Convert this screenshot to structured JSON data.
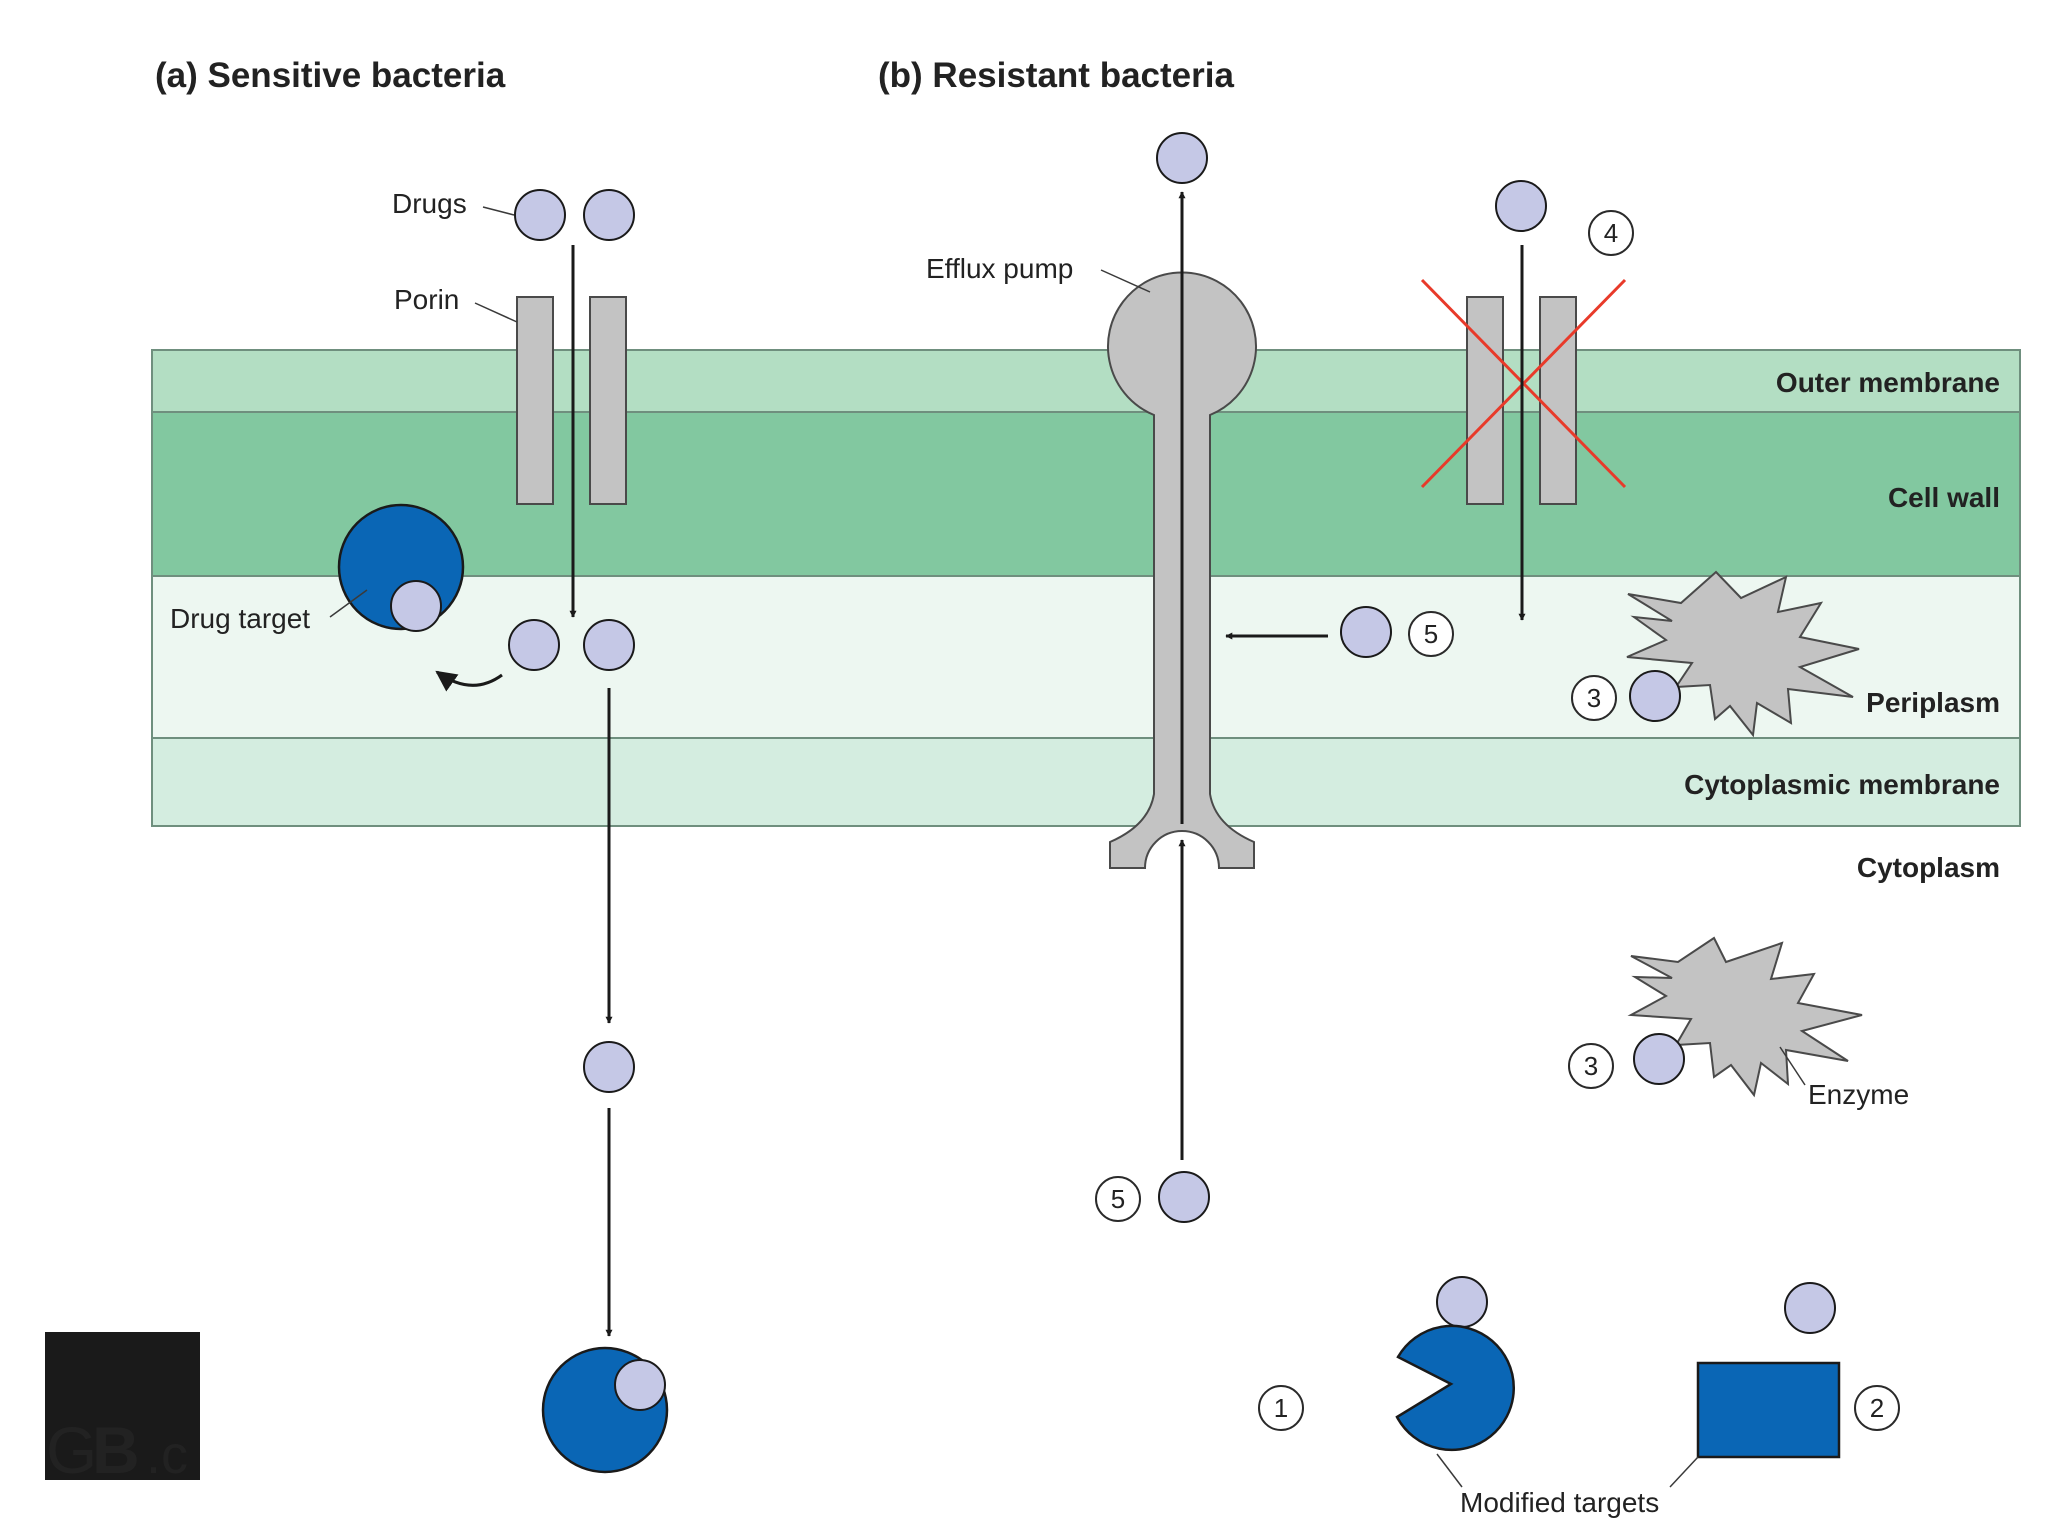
{
  "titles": {
    "a": "(a) Sensitive bacteria",
    "b": "(b) Resistant bacteria"
  },
  "layers": {
    "outer_membrane": "Outer membrane",
    "cell_wall": "Cell wall",
    "periplasm": "Periplasm",
    "cytoplasmic_membrane": "Cytoplasmic membrane",
    "cytoplasm": "Cytoplasm"
  },
  "callouts": {
    "drugs": "Drugs",
    "porin": "Porin",
    "drug_target": "Drug target",
    "efflux_pump": "Efflux pump",
    "enzyme": "Enzyme",
    "modified_targets": "Modified targets"
  },
  "mechanism_numbers": {
    "one": "1",
    "two": "2",
    "three_periplasm": "3",
    "three_cytoplasm": "3",
    "four": "4",
    "five_periplasm": "5",
    "five_cytoplasm": "5"
  },
  "logo": {
    "text_g": "G",
    "text_b": "B",
    "text_c": ".c"
  },
  "colors": {
    "outer_membrane": "#b3dec3",
    "cell_wall": "#82c8a0",
    "periplasm": "#edf7f1",
    "cytoplasmic_membrane": "#d4ede0",
    "drug": "#c5c8e6",
    "target": "#0a66b5",
    "pump": "#c3c3c3",
    "cross": "#e83a2a"
  }
}
